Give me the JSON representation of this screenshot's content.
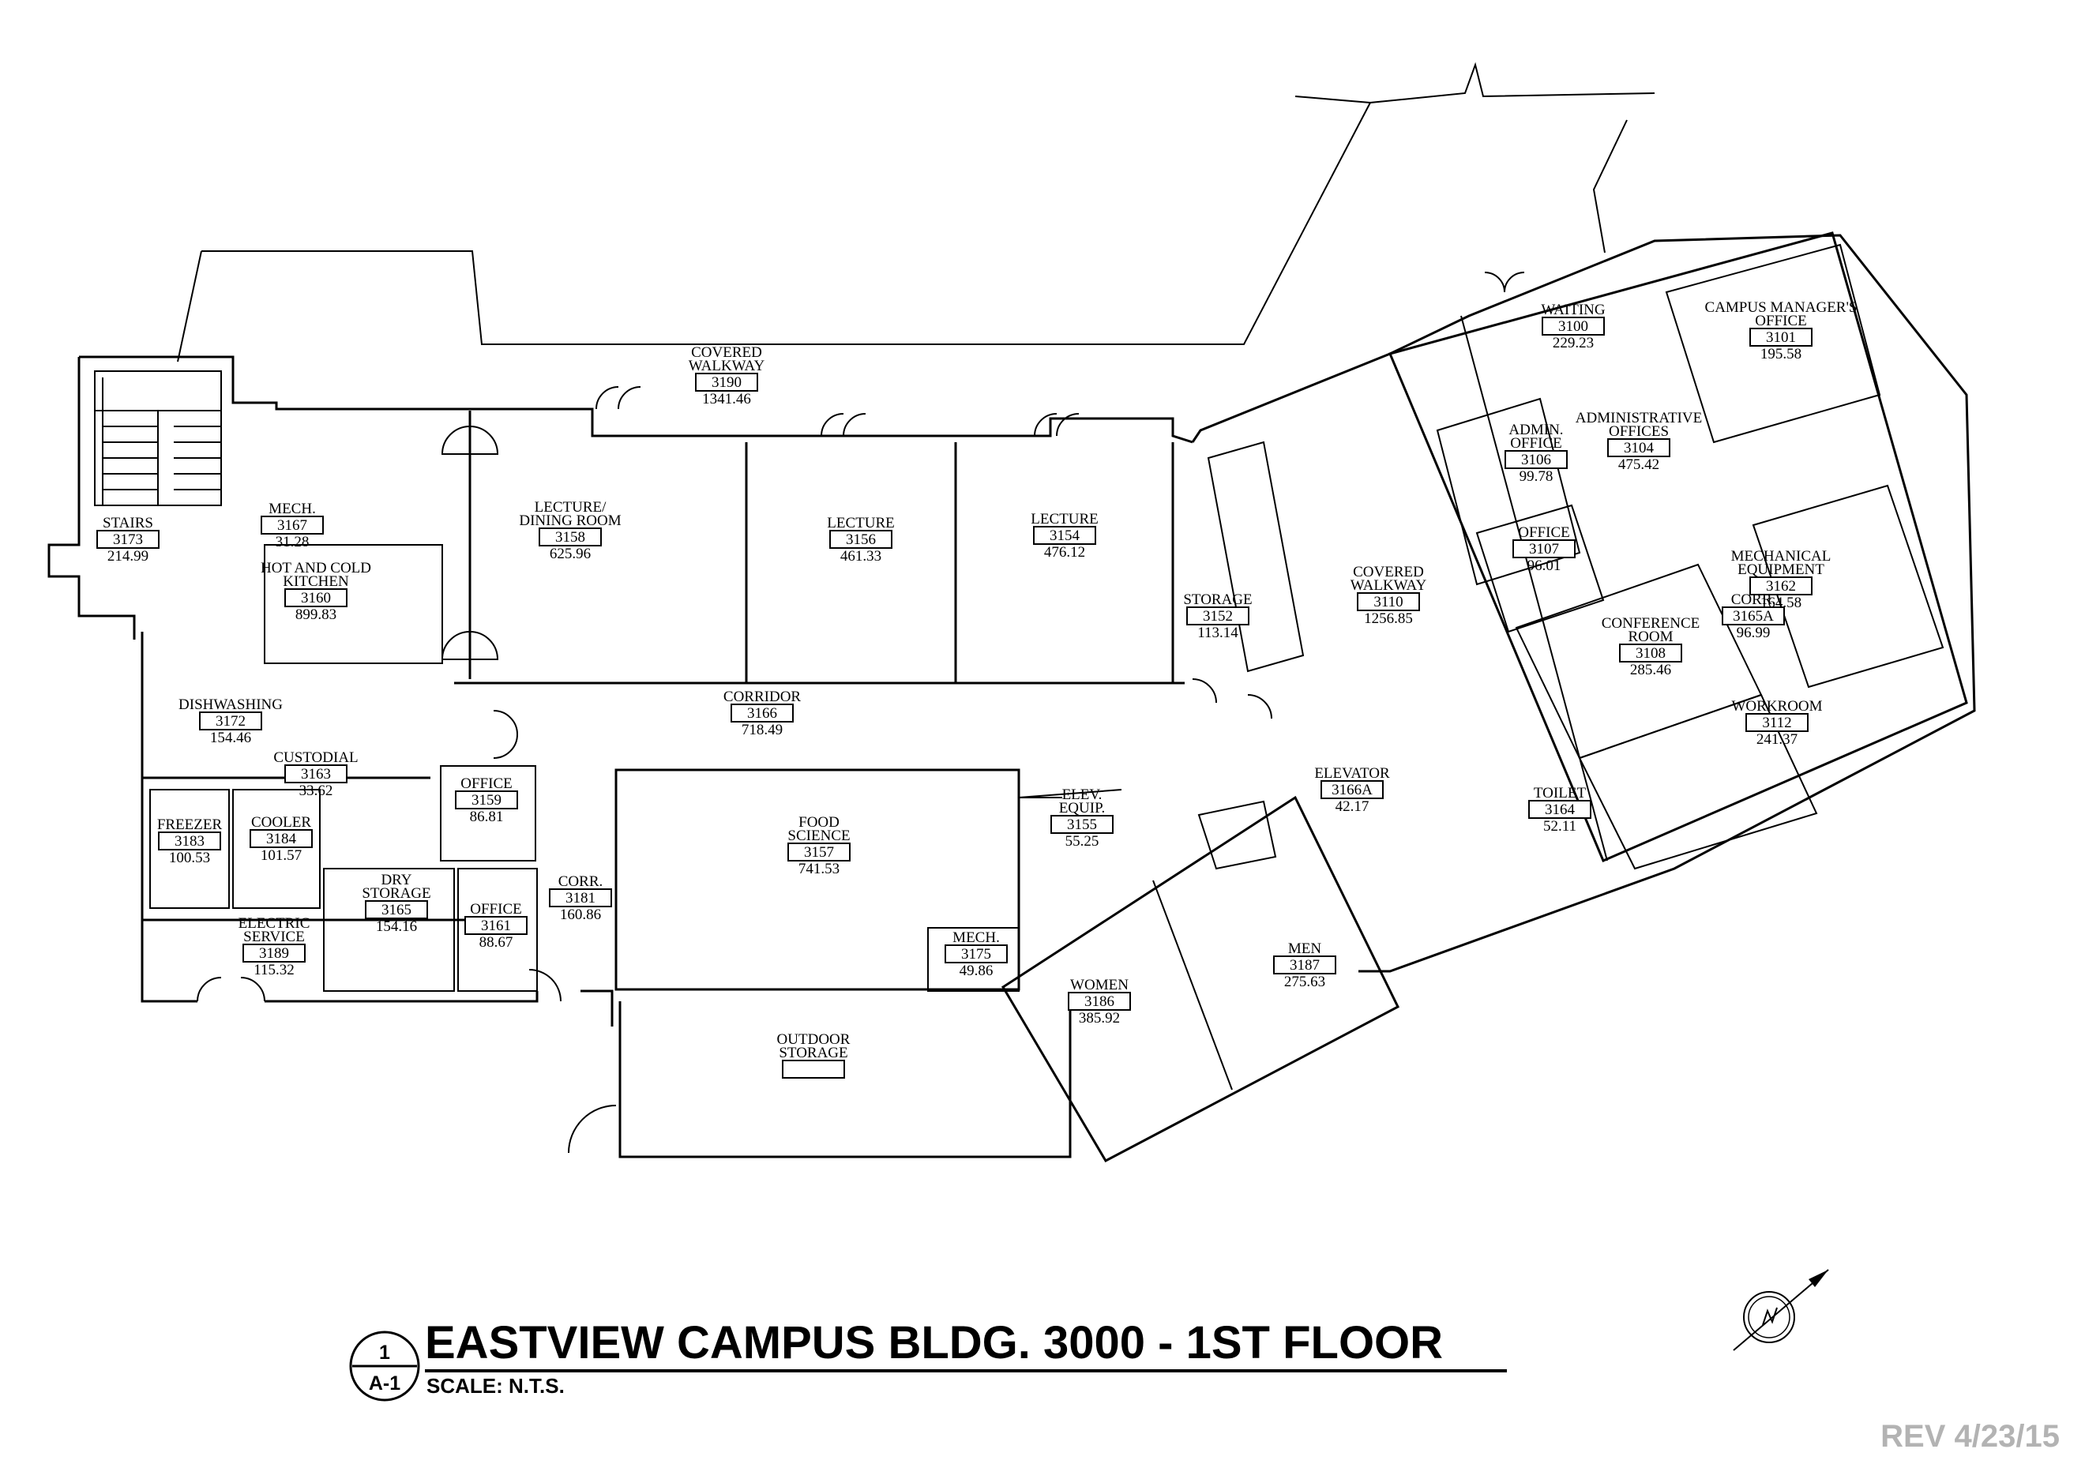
{
  "title": "EASTVIEW CAMPUS BLDG. 3000 - 1ST FLOOR",
  "scale": "SCALE:  N.T.S.",
  "revision": "REV 4/23/15",
  "detail_bubble": {
    "number": "1",
    "sheet": "A-1"
  },
  "rooms": [
    {
      "name": [
        "STAIRS"
      ],
      "number": "3173",
      "area": "214.99"
    },
    {
      "name": [
        "MECH."
      ],
      "number": "3167",
      "area": "31.28"
    },
    {
      "name": [
        "HOT AND COLD",
        "KITCHEN"
      ],
      "number": "3160",
      "area": "899.83"
    },
    {
      "name": [
        "COVERED",
        "WALKWAY"
      ],
      "number": "3190",
      "area": "1341.46"
    },
    {
      "name": [
        "LECTURE/",
        "DINING ROOM"
      ],
      "number": "3158",
      "area": "625.96"
    },
    {
      "name": [
        "LECTURE"
      ],
      "number": "3156",
      "area": "461.33"
    },
    {
      "name": [
        "LECTURE"
      ],
      "number": "3154",
      "area": "476.12"
    },
    {
      "name": [
        "STORAGE"
      ],
      "number": "3152",
      "area": "113.14"
    },
    {
      "name": [
        "COVERED",
        "WALKWAY"
      ],
      "number": "3110",
      "area": "1256.85"
    },
    {
      "name": [
        "WAITING"
      ],
      "number": "3100",
      "area": "229.23"
    },
    {
      "name": [
        "CAMPUS MANAGER'S",
        "OFFICE"
      ],
      "number": "3101",
      "area": "195.58"
    },
    {
      "name": [
        "ADMIN.",
        "OFFICE"
      ],
      "number": "3106",
      "area": "99.78"
    },
    {
      "name": [
        "ADMINISTRATIVE",
        "OFFICES"
      ],
      "number": "3104",
      "area": "475.42"
    },
    {
      "name": [
        "OFFICE"
      ],
      "number": "3107",
      "area": "96.01"
    },
    {
      "name": [
        "MECHANICAL",
        "EQUIPMENT"
      ],
      "number": "3162",
      "area": "164.58"
    },
    {
      "name": [
        "CORR."
      ],
      "number": "3165A",
      "area": "96.99"
    },
    {
      "name": [
        "CONFERENCE",
        "ROOM"
      ],
      "number": "3108",
      "area": "285.46"
    },
    {
      "name": [
        "WORKROOM"
      ],
      "number": "3112",
      "area": "241.37"
    },
    {
      "name": [
        "TOILET"
      ],
      "number": "3164",
      "area": "52.11"
    },
    {
      "name": [
        "ELEVATOR"
      ],
      "number": "3166A",
      "area": "42.17"
    },
    {
      "name": [
        "DISHWASHING"
      ],
      "number": "3172",
      "area": "154.46"
    },
    {
      "name": [
        "CORRIDOR"
      ],
      "number": "3166",
      "area": "718.49"
    },
    {
      "name": [
        "CUSTODIAL"
      ],
      "number": "3163",
      "area": "33.62"
    },
    {
      "name": [
        "OFFICE"
      ],
      "number": "3159",
      "area": "86.81"
    },
    {
      "name": [
        "FREEZER"
      ],
      "number": "3183",
      "area": "100.53"
    },
    {
      "name": [
        "COOLER"
      ],
      "number": "3184",
      "area": "101.57"
    },
    {
      "name": [
        "DRY",
        "STORAGE"
      ],
      "number": "3165",
      "area": "154.16"
    },
    {
      "name": [
        "OFFICE"
      ],
      "number": "3161",
      "area": "88.67"
    },
    {
      "name": [
        "CORR."
      ],
      "number": "3181",
      "area": "160.86"
    },
    {
      "name": [
        "ELECTRIC",
        "SERVICE"
      ],
      "number": "3189",
      "area": "115.32"
    },
    {
      "name": [
        "FOOD",
        "SCIENCE"
      ],
      "number": "3157",
      "area": "741.53"
    },
    {
      "name": [
        "ELEV.",
        "EQUIP."
      ],
      "number": "3155",
      "area": "55.25"
    },
    {
      "name": [
        "MECH."
      ],
      "number": "3175",
      "area": "49.86"
    },
    {
      "name": [
        "WOMEN"
      ],
      "number": "3186",
      "area": "385.92"
    },
    {
      "name": [
        "MEN"
      ],
      "number": "3187",
      "area": "275.63"
    },
    {
      "name": [
        "OUTDOOR",
        "STORAGE"
      ],
      "number": "",
      "area": ""
    }
  ]
}
